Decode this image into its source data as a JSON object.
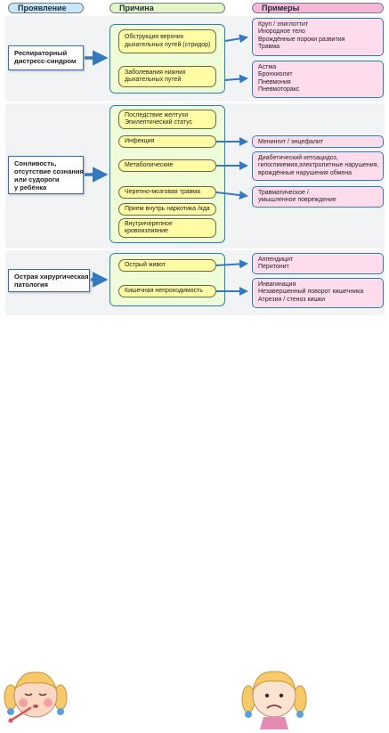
{
  "headers": {
    "manifestation": "Проявление",
    "cause": "Причина",
    "examples": "Примеры"
  },
  "manifestations": [
    [
      "Респираторный",
      "дистресс-синдром"
    ],
    [
      "Сонливость,",
      "отсутствие сознания",
      "или судороги",
      "у ребёнка"
    ],
    [
      "Острая хирургическая",
      "патология"
    ]
  ],
  "causes": [
    [
      "Обструкция верхних",
      "дыхательных путей (стридор)"
    ],
    [
      "Заболевания нижних",
      "дыхательных путей"
    ],
    [
      "Последствие желтухи",
      "Эпилептический статус"
    ],
    [
      "Инфекция"
    ],
    [
      "Метаболические"
    ],
    [
      "Черепно-мозговая травма"
    ],
    [
      "Прием внутрь наркотика /яда"
    ],
    [
      "Внутричерепное",
      "кровоизлияние"
    ],
    [
      "Острый живот"
    ],
    [
      "Кишечная непроходимость"
    ]
  ],
  "examples": [
    [
      "Круп / эпиглоттит",
      "Инородное тело",
      "Врождённые пороки развития",
      "Травма"
    ],
    [
      "Астма",
      "Бронхиолит",
      "Пневмония",
      "Пневмоторакс"
    ],
    [
      "Менингит / энцефалит"
    ],
    [
      "Диабетический кетоацидоз,",
      "гипогликемия,электролитные нарушения,",
      "врождённые нарушения обмена"
    ],
    [
      "Травматическое /",
      "умышленное повреждение"
    ],
    [
      "Аппендицит",
      "Перитонит"
    ],
    [
      "Инвагинация",
      "Незавершенный поворот кишечника",
      "Атрезия / стеноз кишки"
    ]
  ],
  "colors": {
    "header_manifestation": "#c9e6fa",
    "header_cause": "#e6f5c8",
    "header_examples": "#f7b8d8",
    "cause_group": "#eefcd8",
    "cause_item": "#fffca6",
    "example_box": "#ffdcec",
    "arrow": "#3478c0"
  }
}
